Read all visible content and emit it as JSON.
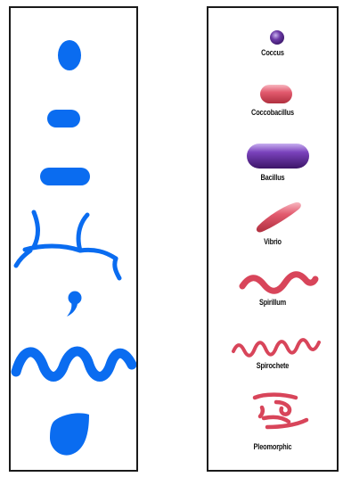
{
  "colors": {
    "left_shapes": "#0a6cf0",
    "coccus": "#5a2a92",
    "bacillus": "#5b2590",
    "red_shapes": "#d8455a",
    "frame": "#1a1a1a"
  },
  "left_shapes": [
    {
      "id": "coccus-shape",
      "shape": "oval"
    },
    {
      "id": "coccobacillus-shape",
      "shape": "short-rod"
    },
    {
      "id": "bacillus-shape",
      "shape": "rod"
    },
    {
      "id": "branched-shape",
      "shape": "branched filament"
    },
    {
      "id": "vibrio-shape",
      "shape": "comma"
    },
    {
      "id": "spirochete-shape",
      "shape": "wave"
    },
    {
      "id": "pleomorphic-shape",
      "shape": "teardrop"
    }
  ],
  "right_shapes": [
    {
      "label": "Coccus"
    },
    {
      "label": "Coccobacillus"
    },
    {
      "label": "Bacillus"
    },
    {
      "label": "Vibrio"
    },
    {
      "label": "Spirillum"
    },
    {
      "label": "Spirochete"
    },
    {
      "label": "Pleomorphic"
    }
  ]
}
